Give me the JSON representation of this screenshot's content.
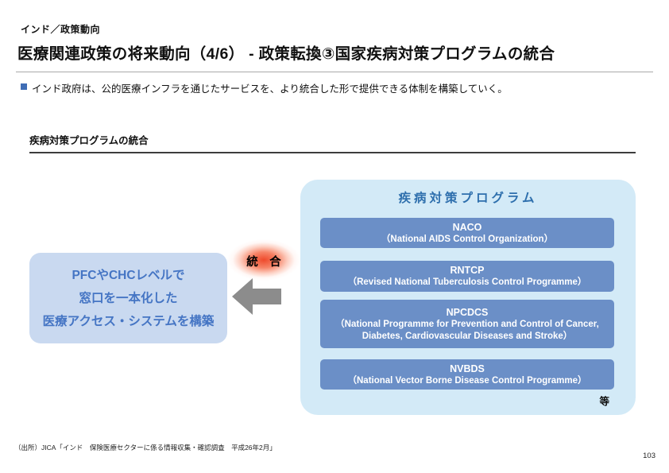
{
  "header": {
    "kicker": "インド／政策動向",
    "title": "医療関連政策の将来動向（4/6） - 政策転換③国家疾病対策プログラムの統合"
  },
  "summary": {
    "bullet_text": "インド政府は、公的医療インフラを通じたサービスを、より統合した形で提供できる体制を構築していく。"
  },
  "section": {
    "heading": "疾病対策プログラムの統合"
  },
  "diagram": {
    "programs_panel": {
      "title": "疾病対策プログラム",
      "items": [
        {
          "abbr": "NACO",
          "full": "（National AIDS Control Organization）"
        },
        {
          "abbr": "RNTCP",
          "full": "（Revised National Tuberculosis Control Programme）"
        },
        {
          "abbr": "NPCDCS",
          "full": "（National Programme for Prevention and Control of Cancer, Diabetes, Cardiovascular Diseases and Stroke）"
        },
        {
          "abbr": "NVBDS",
          "full": "（National Vector Borne Disease Control Programme）"
        }
      ],
      "etc_label": "等"
    },
    "integration_label": "統　合",
    "result_box": {
      "line1": "PFCやCHCレベルで",
      "line2": "窓口を一本化した",
      "line3": "医療アクセス・システムを構築"
    }
  },
  "footer": {
    "source": "（出所）JICA「インド　保険医療セクターに係る情報収集・確認調査　平成26年2月」",
    "page_number": "103"
  },
  "colors": {
    "panel_bg": "#d3eaf7",
    "program_box_bg": "#6b8fc7",
    "program_box_text": "#ffffff",
    "panel_title_text": "#2e6fad",
    "result_box_bg": "#c9d9f0",
    "result_box_text": "#4575c4",
    "bullet_square": "#3f6db5",
    "arrow_gray": "#8c8c8c",
    "glow_red": "#ee4020"
  }
}
